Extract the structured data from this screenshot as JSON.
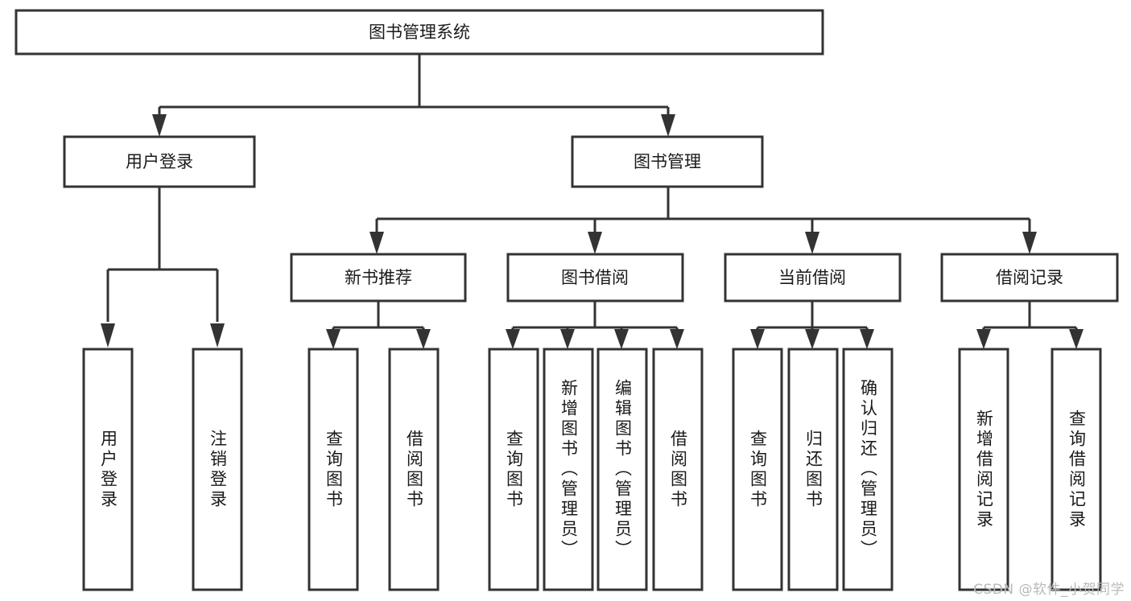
{
  "diagram": {
    "title": "图书管理系统",
    "type": "tree-hierarchy",
    "root": {
      "id": "root",
      "label": "图书管理系统"
    },
    "level2": [
      {
        "id": "user-login",
        "label": "用户登录"
      },
      {
        "id": "book-manage",
        "label": "图书管理"
      }
    ],
    "level3": [
      {
        "id": "new-book-rec",
        "label": "新书推荐",
        "parent": "book-manage"
      },
      {
        "id": "book-borrow",
        "label": "图书借阅",
        "parent": "book-manage"
      },
      {
        "id": "current-borrow",
        "label": "当前借阅",
        "parent": "book-manage"
      },
      {
        "id": "borrow-record",
        "label": "借阅记录",
        "parent": "book-manage"
      }
    ],
    "leaves": {
      "user-login": [
        {
          "id": "leaf-user-login",
          "label": "用户登录"
        },
        {
          "id": "leaf-user-logout",
          "label": "注销登录"
        }
      ],
      "new-book-rec": [
        {
          "id": "leaf-query-book-1",
          "label": "查询图书"
        },
        {
          "id": "leaf-borrow-book-1",
          "label": "借阅图书"
        }
      ],
      "book-borrow": [
        {
          "id": "leaf-query-book-2",
          "label": "查询图书"
        },
        {
          "id": "leaf-add-book",
          "label": "新增图书（管理员）"
        },
        {
          "id": "leaf-edit-book",
          "label": "编辑图书（管理员）"
        },
        {
          "id": "leaf-borrow-book-2",
          "label": "借阅图书"
        }
      ],
      "current-borrow": [
        {
          "id": "leaf-query-book-3",
          "label": "查询图书"
        },
        {
          "id": "leaf-return-book",
          "label": "归还图书"
        },
        {
          "id": "leaf-confirm-return",
          "label": "确认归还（管理员）"
        }
      ],
      "borrow-record": [
        {
          "id": "leaf-add-record",
          "label": "新增借阅记录"
        },
        {
          "id": "leaf-query-record",
          "label": "查询借阅记录"
        }
      ]
    },
    "watermark": "CSDN @软件_小贺同学",
    "colors": {
      "stroke": "#333333",
      "fill": "#ffffff",
      "text": "#1a1a1a",
      "watermark": "#b9b9b9"
    }
  }
}
